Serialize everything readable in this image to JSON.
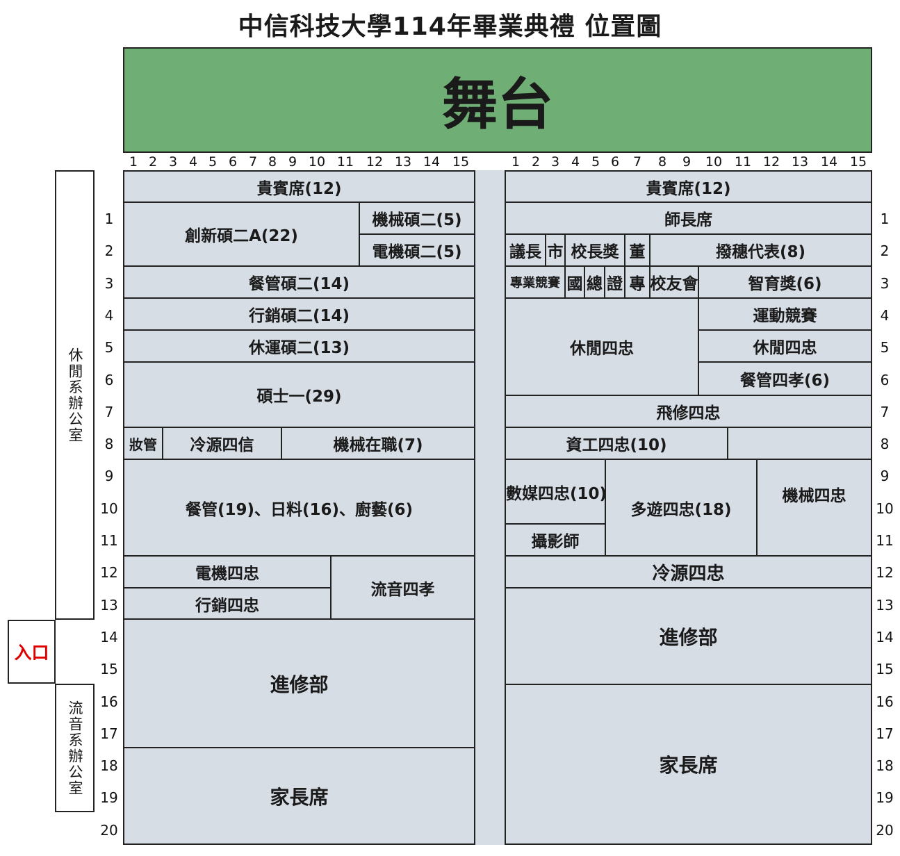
{
  "title": "中信科技大學114年畢業典禮 位置圖",
  "stage": "舞台",
  "entrance": "入口",
  "entrance_color": "#e00000",
  "stage_color": "#6fae74",
  "block_color": "#d7dde5",
  "offices": {
    "top": "休閒系辦公室",
    "bottom": "流音系辦公室"
  },
  "columns": [
    "1",
    "2",
    "3",
    "4",
    "5",
    "6",
    "7",
    "8",
    "9",
    "10",
    "11",
    "12",
    "13",
    "14",
    "15"
  ],
  "rows": [
    "1",
    "2",
    "3",
    "4",
    "5",
    "6",
    "7",
    "8",
    "9",
    "10",
    "11",
    "12",
    "13",
    "14",
    "15",
    "16",
    "17",
    "18",
    "19",
    "20"
  ],
  "left": {
    "vip": "貴賓席(12)",
    "innov": "創新碩二A(22)",
    "mech2": "機械碩二(5)",
    "elec2": "電機碩二(5)",
    "rest2": "餐管碩二(14)",
    "mkt2": "行銷碩二(14)",
    "leis2": "休運碩二(13)",
    "master1": "碩士一(29)",
    "cosm": "妝管",
    "cool4": "冷源四信",
    "mechwork": "機械在職(7)",
    "food": "餐管(19)、日料(16)、廚藝(6)",
    "elec4": "電機四忠",
    "mkt4": "行銷四忠",
    "music4": "流音四孝",
    "cont": "進修部",
    "parents": "家長席"
  },
  "right": {
    "vip": "貴賓席(12)",
    "teachers": "師長席",
    "council": "議長",
    "mayor": "市",
    "presaward": "校長獎",
    "director": "董",
    "tassel": "撥穗代表(8)",
    "procomp": "專業競賽",
    "guo": "國",
    "zong": "總",
    "zheng": "證",
    "zhuan": "專",
    "alumni": "校友會",
    "wisdom": "智育獎(6)",
    "sports": "運動競賽",
    "leisA": "休閒四忠",
    "leisB": "休閒四忠",
    "restx": "餐管四孝(6)",
    "aero": "飛修四忠",
    "it4": "資工四忠(10)",
    "media": "數媒四忠(10)",
    "tour": "多遊四忠(18)",
    "mech4": "機械四忠",
    "photo": "攝影師",
    "cool4": "冷源四忠",
    "cont": "進修部",
    "parents": "家長席"
  }
}
